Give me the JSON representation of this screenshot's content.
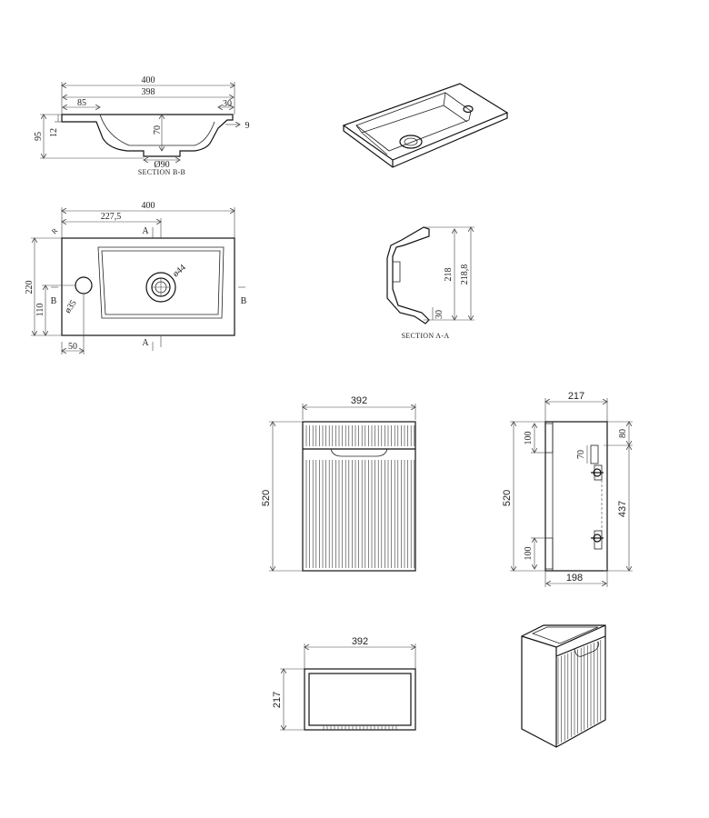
{
  "section_bb": {
    "title": "SECTION B-B",
    "dims": {
      "width_total": "400",
      "width_inner": "398",
      "left_rim": "85",
      "right_rim": "30",
      "height_total": "95",
      "rim_height": "12",
      "depth": "70",
      "drain_dia": "Ø90",
      "edge": "9"
    }
  },
  "plan": {
    "dims": {
      "width": "400",
      "center": "227,5",
      "height": "220",
      "half_height": "110",
      "hole_offset": "50",
      "tap_hole": "ø35",
      "drain": "ø44",
      "corner_radius": "R"
    },
    "markers": {
      "a_top": "A",
      "a_bottom": "A",
      "b_left": "B",
      "b_right": "B"
    }
  },
  "section_aa": {
    "title": "SECTION A-A",
    "dims": {
      "inner": "218",
      "outer": "218,8",
      "base": "30"
    }
  },
  "cabinet_front": {
    "dims": {
      "width": "392",
      "height": "520"
    }
  },
  "cabinet_side": {
    "dims": {
      "depth": "217",
      "height": "520",
      "top_bracket": "100",
      "bottom_bracket": "100",
      "hook_70": "70",
      "top_80": "80",
      "span": "437",
      "inner": "198"
    }
  },
  "cabinet_top": {
    "dims": {
      "width": "392",
      "depth": "217"
    }
  }
}
